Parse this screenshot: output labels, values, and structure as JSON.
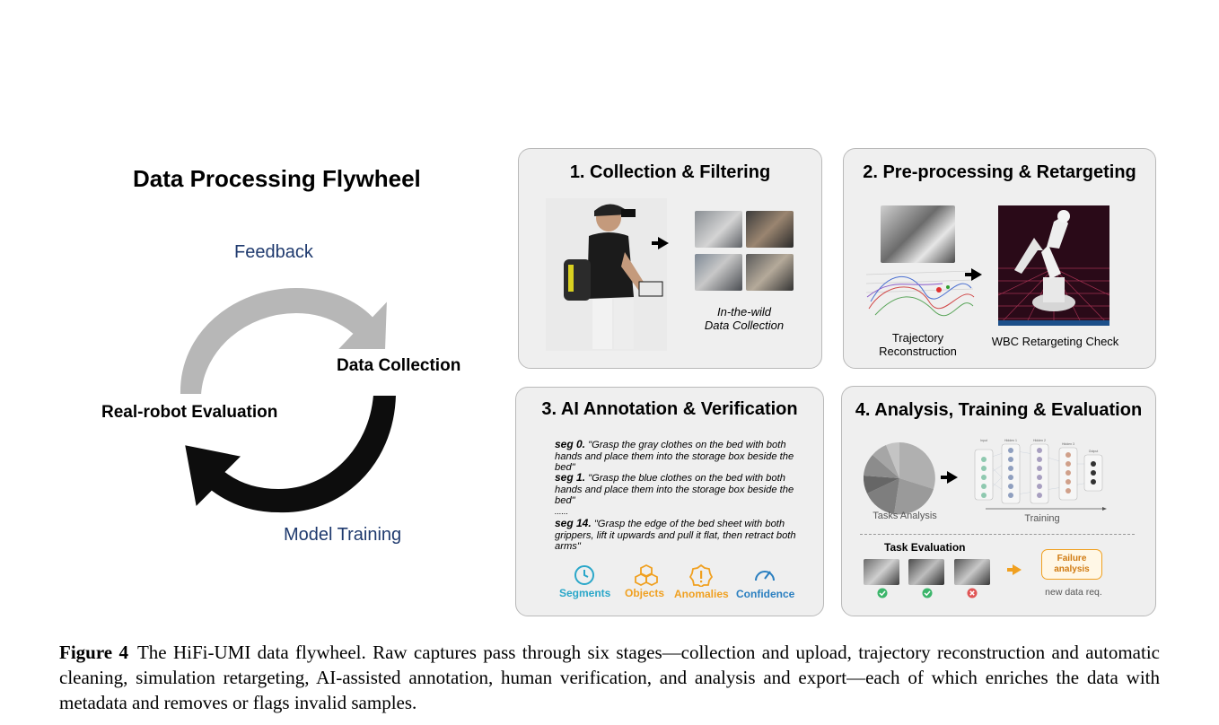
{
  "flywheel": {
    "title": "Data Processing Flywheel",
    "feedback": "Feedback",
    "data_collection": "Data Collection",
    "real_robot_eval": "Real-robot Evaluation",
    "model_training": "Model Training"
  },
  "panel1": {
    "title": "1. Collection & Filtering",
    "caption_line1": "In-the-wild",
    "caption_line2": "Data Collection"
  },
  "panel2": {
    "title": "2. Pre-processing & Retargeting",
    "traj_line1": "Trajectory",
    "traj_line2": "Reconstruction",
    "wbc": "WBC Retargeting Check"
  },
  "panel3": {
    "title": "3. AI Annotation & Verification",
    "segments": [
      {
        "id": "seg 0.",
        "text": "\"Grasp the gray clothes on the bed with both hands and place them into the storage box beside the bed\""
      },
      {
        "id": "seg 1.",
        "text": "\"Grasp the blue clothes on the bed with both hands and place them into the storage box beside the bed\""
      },
      {
        "id": "seg 14.",
        "text": "\"Grasp the edge of the bed sheet with both grippers, lift it upwards and pull it flat, then retract both arms\""
      }
    ],
    "ellipsis": "......",
    "icons": [
      "Segments",
      "Objects",
      "Anomalies",
      "Confidence"
    ],
    "colors": {
      "teal": "#2aa7c9",
      "orange": "#f0a020",
      "blue": "#2a7fc0"
    }
  },
  "panel4": {
    "title": "4. Analysis, Training & Evaluation",
    "tasks_analysis": "Tasks Analysis",
    "training": "Training",
    "nn_input": "Input",
    "nn_hidden1": "Hidden 1",
    "nn_hidden2": "Hidden 2",
    "nn_hidden3": "Hidden 3",
    "nn_output": "Output",
    "task_evaluation": "Task Evaluation",
    "failure_line1": "Failure",
    "failure_line2": "analysis",
    "new_data_req": "new data req."
  },
  "caption": {
    "label": "Figure 4",
    "text": "The HiFi-UMI data flywheel. Raw captures pass through six stages—collection and upload, trajectory reconstruction and automatic cleaning, simulation retargeting, AI-assisted annotation, human verification, and analysis and export—each of which enriches the data with metadata and removes or flags invalid samples."
  }
}
